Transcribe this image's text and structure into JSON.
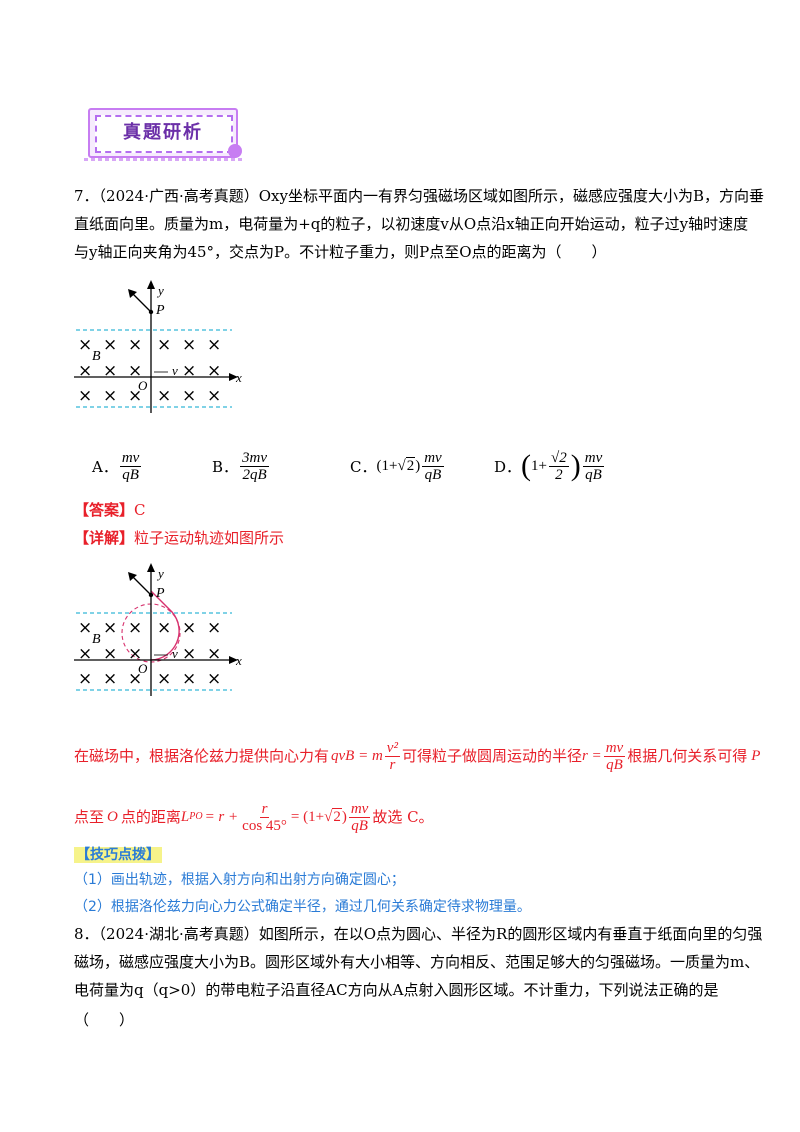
{
  "banner": {
    "title": "真题研析"
  },
  "q7": {
    "line1": "7．（2024·广西·高考真题）Oxy坐标平面内一有界匀强磁场区域如图所示，磁感应强度大小为B，方向垂",
    "line2": "直纸面向里。质量为m，电荷量为+q的粒子，以初速度v从O点沿x轴正向开始运动，粒子过y轴时速度",
    "line3": "与y轴正向夹角为45°，交点为P。不计粒子重力，则P点至O点的距离为（　　）"
  },
  "figure": {
    "y_label": "y",
    "x_label": "x",
    "p_label": "P",
    "o_label": "O",
    "b_label": "B",
    "v_label": "v",
    "cross_glyph": "×"
  },
  "options": {
    "a_letter": "A．",
    "a_num": "mv",
    "a_den": "qB",
    "b_letter": "B．",
    "b_num": "3mv",
    "b_den": "2qB",
    "c_letter": "C．",
    "c_pre": "(1+",
    "c_rad": "2",
    "c_post": ")",
    "c_num": "mv",
    "c_den": "qB",
    "d_letter": "D．",
    "d_one": "1+",
    "d_rnum": "√2",
    "d_rden": "2",
    "d_num": "mv",
    "d_den": "qB"
  },
  "answer": {
    "tag": "【答案】",
    "value": "C"
  },
  "detail": {
    "tag": "【详解】",
    "text": "粒子运动轨迹如图所示"
  },
  "solution": {
    "s1_a": "在磁场中，根据洛伦兹力提供向心力有",
    "s1_eq_lhs": "qvB = m",
    "s1_fnum": "v²",
    "s1_fden": "r",
    "s1_b": "可得粒子做圆周运动的半径",
    "s1_r": "r =",
    "s1_rnum": "mv",
    "s1_rden": "qB",
    "s1_c": "根据几何关系可得",
    "s1_p": "P",
    "s2_a": "点至",
    "s2_o": "O",
    "s2_b": "点的距离",
    "s2_l": "L",
    "s2_sub": "PO",
    "s2_eq": "= r +",
    "s2_fnum": "r",
    "s2_fden": "cos 45°",
    "s2_eq2": "= (1+",
    "s2_rad": "2",
    "s2_close": ")",
    "s2_num": "mv",
    "s2_den": "qB",
    "s2_end": "故选 C。"
  },
  "tips": {
    "tag": "【技巧点拨】",
    "t1": "（1）画出轨迹，根据入射方向和出射方向确定圆心；",
    "t2": "（2）根据洛伦兹力向心力公式确定半径，通过几何关系确定待求物理量。"
  },
  "q8": {
    "line1": "8．（2024·湖北·高考真题）如图所示，在以O点为圆心、半径为R的圆形区域内有垂直于纸面向里的匀强",
    "line2": "磁场，磁感应强度大小为B。圆形区域外有大小相等、方向相反、范围足够大的匀强磁场。一质量为m、",
    "line3": "电荷量为q（q>0）的带电粒子沿直径AC方向从A点射入圆形区域。不计重力，下列说法正确的是",
    "line4": "（　　）"
  }
}
